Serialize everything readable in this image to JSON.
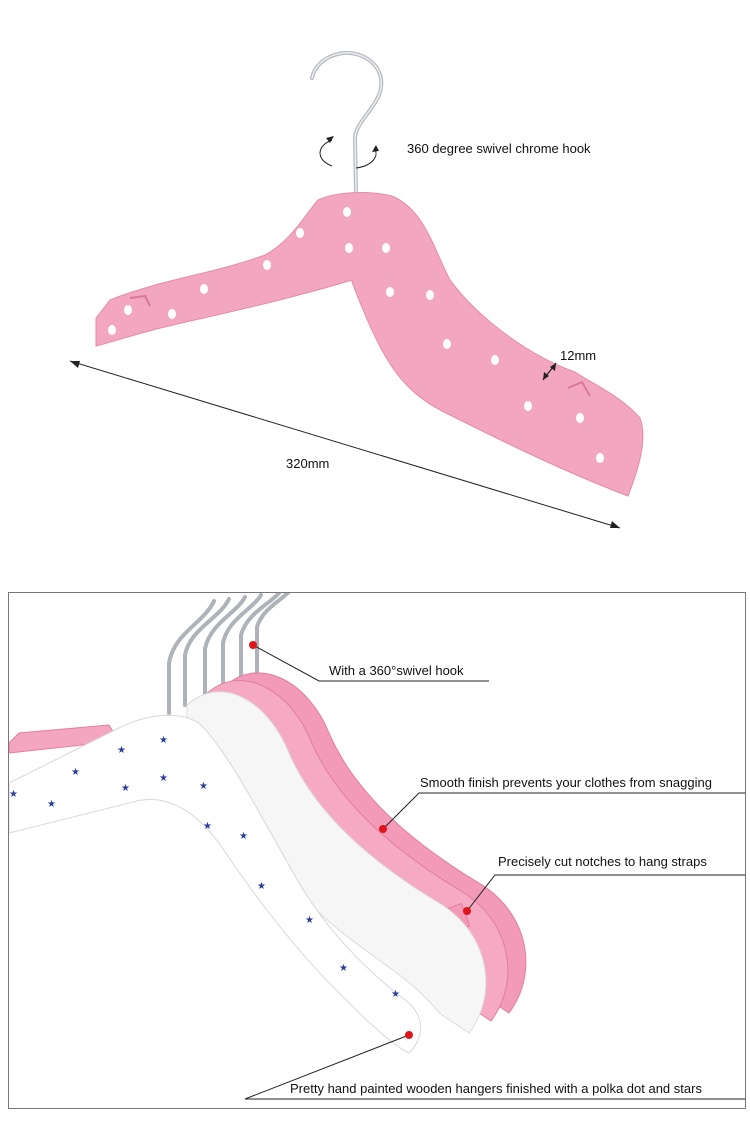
{
  "colors": {
    "pink": "#f3a6c0",
    "pink_dark": "#e98cab",
    "chrome": "#c9ccd0",
    "dot": "#ffffff",
    "star": "#2d3f9a",
    "marker": "#e0141b",
    "line": "#222222",
    "frame": "#777777"
  },
  "top_figure": {
    "annotation_hook": "360 degree swivel chrome hook",
    "annotation_thickness": "12mm",
    "annotation_width": "320mm"
  },
  "bottom_figure": {
    "callouts": [
      "With a 360°swivel hook",
      "Smooth finish prevents your clothes from snagging",
      "Precisely cut notches to hang straps",
      "Pretty hand painted wooden hangers finished with a polka dot and stars"
    ]
  }
}
